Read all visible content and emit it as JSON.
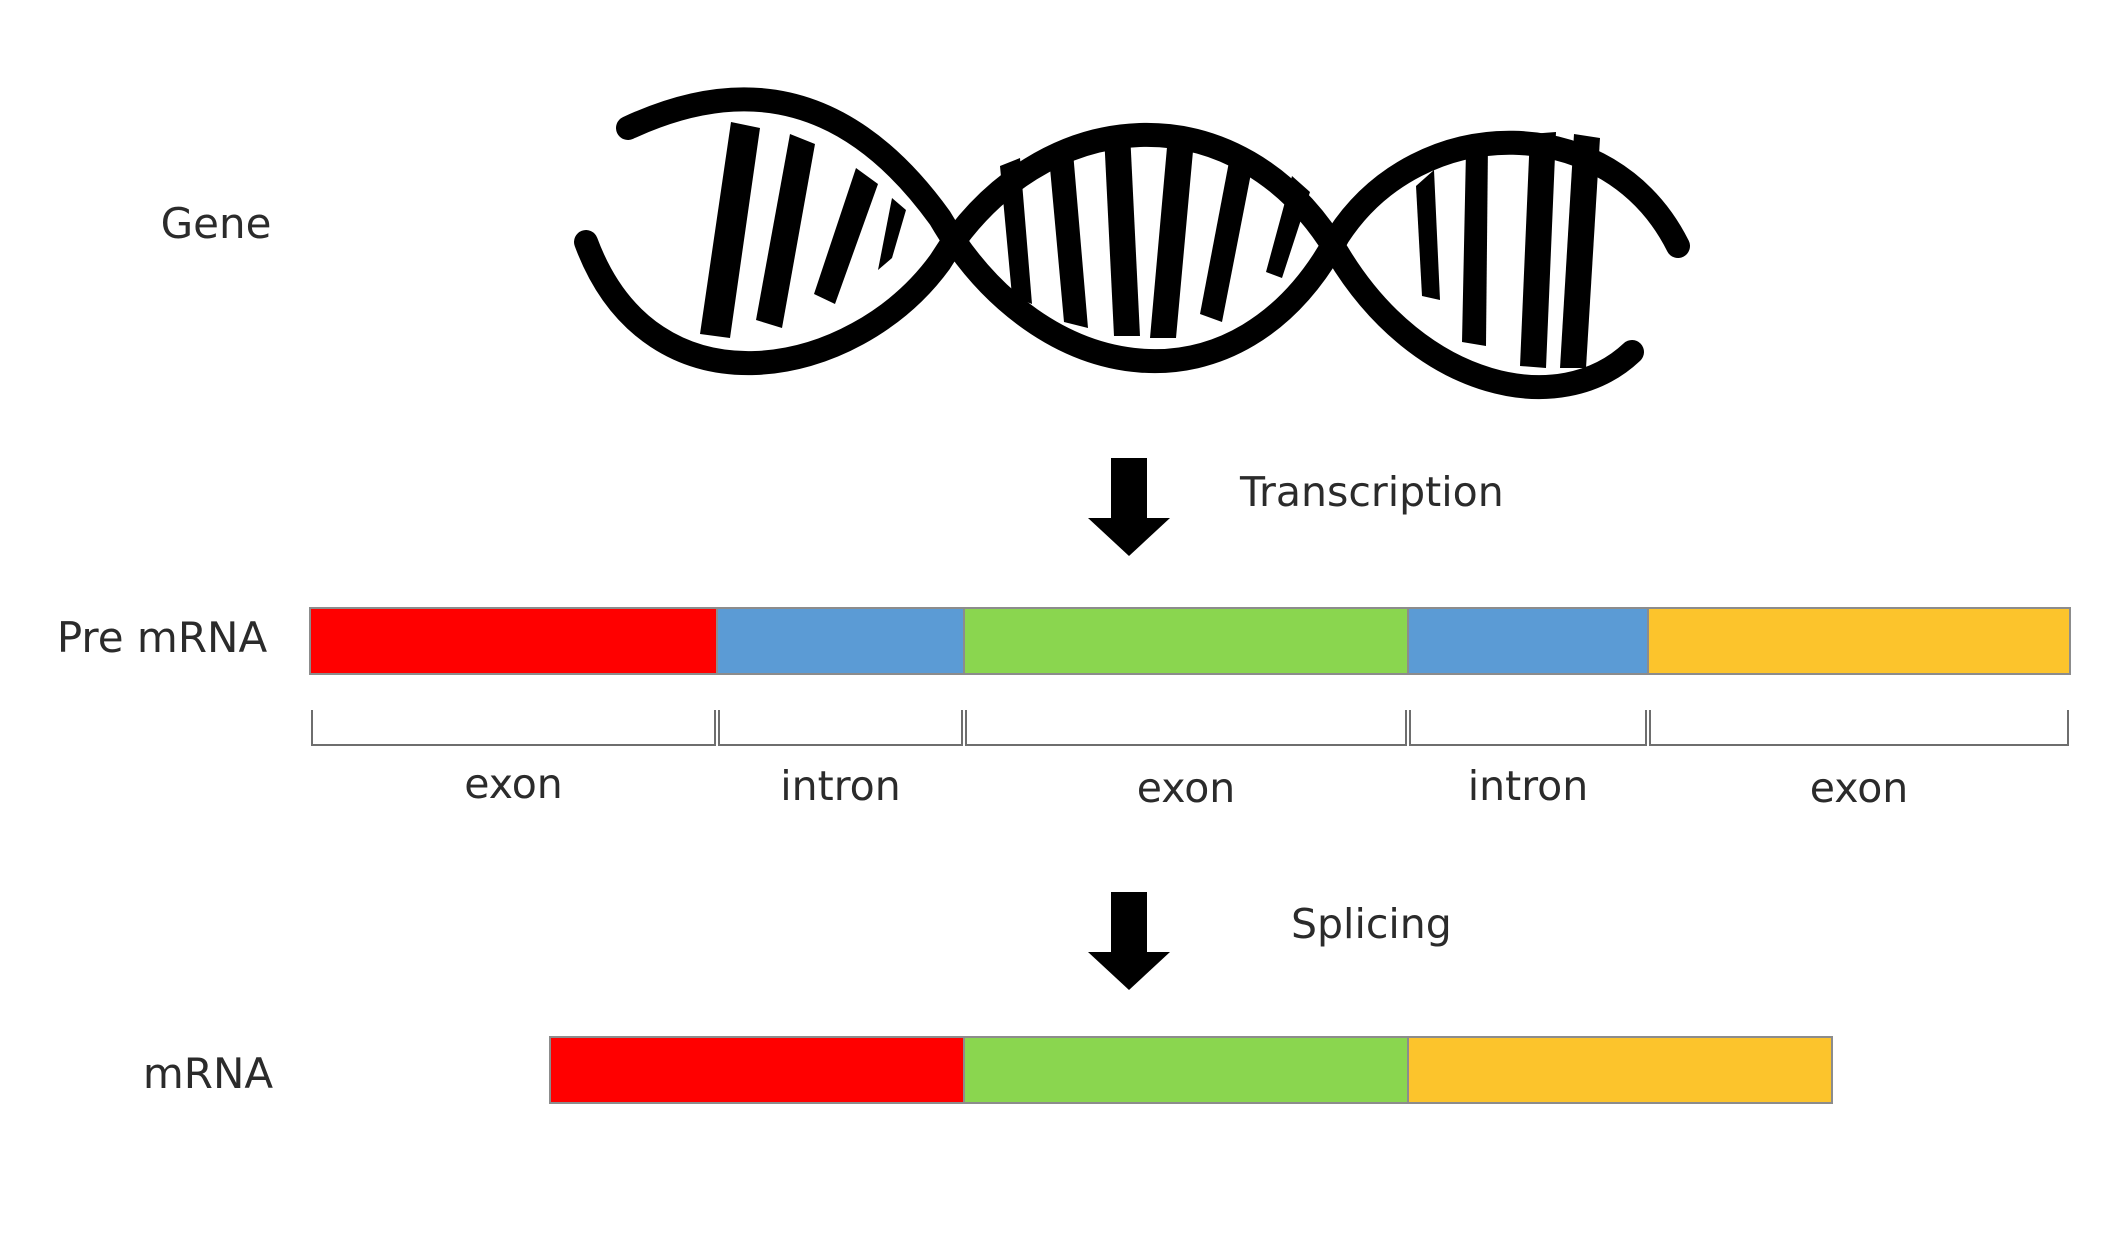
{
  "labels": {
    "gene": "Gene",
    "pre_mrna": "Pre mRNA",
    "mrna": "mRNA"
  },
  "steps": {
    "transcription": "Transcription",
    "splicing": "Splicing"
  },
  "pre_mrna_segments": [
    {
      "type": "exon",
      "label": "exon",
      "color": "#ff0000"
    },
    {
      "type": "intron",
      "label": "intron",
      "color": "#5b9bd5"
    },
    {
      "type": "exon",
      "label": "exon",
      "color": "#8ad64f"
    },
    {
      "type": "intron",
      "label": "intron",
      "color": "#5b9bd5"
    },
    {
      "type": "exon",
      "label": "exon",
      "color": "#fcc42c"
    }
  ],
  "mrna_segments": [
    {
      "type": "exon",
      "color": "#ff0000"
    },
    {
      "type": "exon",
      "color": "#8ad64f"
    },
    {
      "type": "exon",
      "color": "#fcc42c"
    }
  ],
  "icons": {
    "dna": "dna-double-helix-icon",
    "arrow": "arrow-down-icon"
  }
}
